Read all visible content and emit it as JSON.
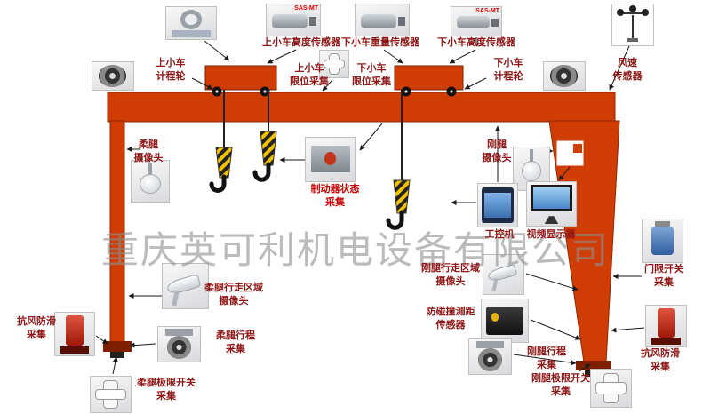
{
  "watermark": "重庆英可利机电设备有限公司",
  "badges": {
    "motor_model": "SAS-MT"
  },
  "labels": {
    "upper_trolley_height": "上小车高度传感器",
    "lower_trolley_weight": "下小车重量传感器",
    "lower_trolley_height": "下小车高度传感器",
    "upper_trolley_odometer": "上小车\n计程轮",
    "lower_trolley_odometer": "下小车\n计程轮",
    "wind_sensor": "风速\n传感器",
    "upper_trolley_limit": "上小车\n限位采集",
    "lower_trolley_limit": "下小车\n限位采集",
    "flexible_leg_camera": "柔腿\n摄像头",
    "rigid_leg_camera": "刚腿\n摄像头",
    "brake_status": "制动器状态\n采集",
    "industrial_pc": "工控机",
    "video_display": "视频显示器",
    "door_limit": "门限开关\n采集",
    "flexible_leg_area_camera": "柔腿行走区域\n摄像头",
    "rigid_leg_area_camera": "刚腿行走区域\n摄像头",
    "anti_collision": "防碰撞测距\n传感器",
    "anti_wind_left": "抗风防滑\n采集",
    "anti_wind_right": "抗风防滑\n采集",
    "flexible_leg_travel": "柔腿行程\n采集",
    "rigid_leg_travel": "刚腿行程\n采集",
    "flexible_leg_limit": "柔腿极限开关\n采集",
    "rigid_leg_limit": "刚腿极限开关\n采集"
  }
}
